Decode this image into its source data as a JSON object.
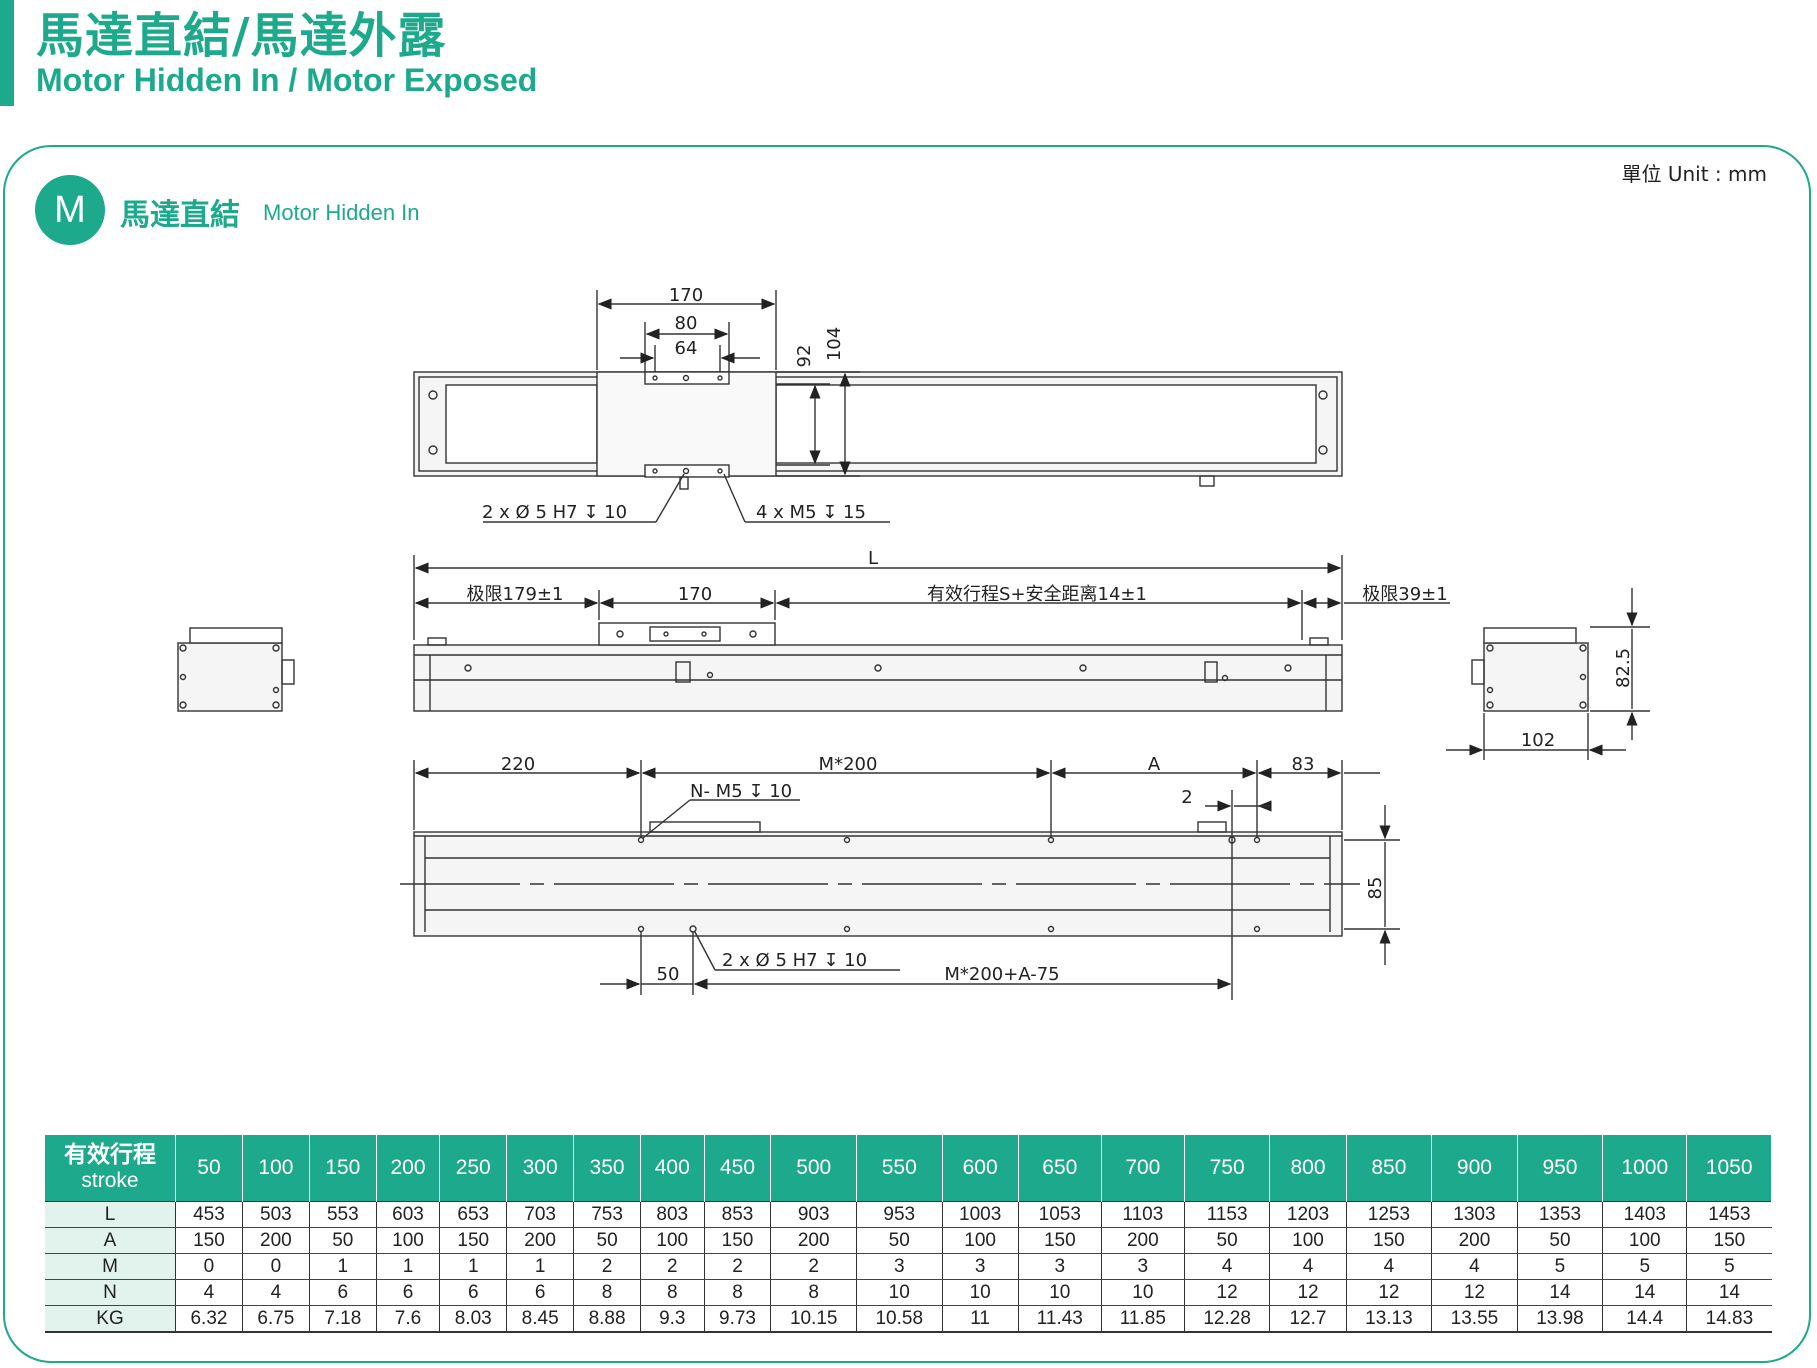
{
  "header": {
    "title_cn": "馬達直結/馬達外露",
    "title_en": "Motor Hidden In / Motor Exposed"
  },
  "section": {
    "badge": "M",
    "title_cn": "馬達直結",
    "title_en": "Motor Hidden In",
    "unit_label": "單位 Unit : mm"
  },
  "drawing": {
    "top_view": {
      "dim_170": "170",
      "dim_80": "80",
      "dim_64": "64",
      "dim_92": "92",
      "dim_104": "104",
      "callout_holes": "2 x Ø 5 H7 ↧ 10",
      "callout_threads": "4 x  M5 ↧ 15"
    },
    "side_view": {
      "dim_L": "L",
      "dim_limit_left": "极限179±1",
      "dim_170": "170",
      "dim_stroke": "有效行程S+安全距离14±1",
      "dim_limit_right": "极限39±1"
    },
    "end_view": {
      "dim_height": "82.5",
      "dim_width": "102"
    },
    "bottom_view": {
      "dim_220": "220",
      "dim_m200": "M*200",
      "dim_A": "A",
      "dim_83": "83",
      "dim_2": "2",
      "callout_threads": "N- M5 ↧ 10",
      "dim_85": "85",
      "dim_50": "50",
      "callout_holes": "2 x Ø 5 H7 ↧ 10",
      "dim_m200_a75": "M*200+A-75"
    }
  },
  "table": {
    "header_cn": "有效行程",
    "header_en": "stroke",
    "strokes": [
      "50",
      "100",
      "150",
      "200",
      "250",
      "300",
      "350",
      "400",
      "450",
      "500",
      "550",
      "600",
      "650",
      "700",
      "750",
      "800",
      "850",
      "900",
      "950",
      "1000",
      "1050"
    ],
    "rows": [
      {
        "label": "L",
        "values": [
          "453",
          "503",
          "553",
          "603",
          "653",
          "703",
          "753",
          "803",
          "853",
          "903",
          "953",
          "1003",
          "1053",
          "1103",
          "1153",
          "1203",
          "1253",
          "1303",
          "1353",
          "1403",
          "1453"
        ]
      },
      {
        "label": "A",
        "values": [
          "150",
          "200",
          "50",
          "100",
          "150",
          "200",
          "50",
          "100",
          "150",
          "200",
          "50",
          "100",
          "150",
          "200",
          "50",
          "100",
          "150",
          "200",
          "50",
          "100",
          "150"
        ]
      },
      {
        "label": "M",
        "values": [
          "0",
          "0",
          "1",
          "1",
          "1",
          "1",
          "2",
          "2",
          "2",
          "2",
          "3",
          "3",
          "3",
          "3",
          "4",
          "4",
          "4",
          "4",
          "5",
          "5",
          "5"
        ]
      },
      {
        "label": "N",
        "values": [
          "4",
          "4",
          "6",
          "6",
          "6",
          "6",
          "8",
          "8",
          "8",
          "8",
          "10",
          "10",
          "10",
          "10",
          "12",
          "12",
          "12",
          "12",
          "14",
          "14",
          "14"
        ]
      },
      {
        "label": "KG",
        "values": [
          "6.32",
          "6.75",
          "7.18",
          "7.6",
          "8.03",
          "8.45",
          "8.88",
          "9.3",
          "9.73",
          "10.15",
          "10.58",
          "11",
          "11.43",
          "11.85",
          "12.28",
          "12.7",
          "13.13",
          "13.55",
          "13.98",
          "14.4",
          "14.83"
        ]
      }
    ]
  },
  "colors": {
    "accent": "#1ca98c",
    "row_label_bg": "#e2f3ee",
    "rail_fill": "#f4f4f4",
    "line": "#333333"
  }
}
